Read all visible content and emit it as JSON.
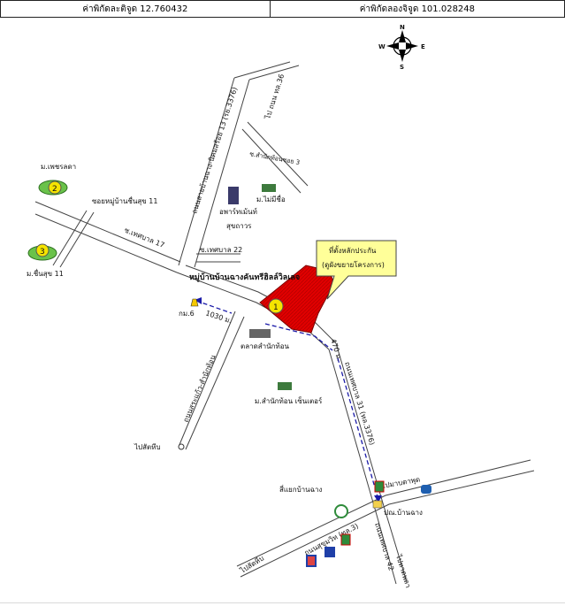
{
  "coords": {
    "latitude": "ค่าพิกัดละติจูด 12.760432",
    "longitude": "ค่าพิกัดลองจิจูด 101.028248"
  },
  "compass": {
    "n": "N",
    "s": "S",
    "e": "E",
    "w": "W"
  },
  "roads": {
    "road_36": "ไป ถนน ทล.36",
    "road_3376": "ถนนสายบ้านฉาง-นิคมสร้อย 13 (รย.3376)",
    "road_tessaban_31": "ถนนเทศบาล 31 (ทล.3376)",
    "road_sukhumvit": "ถนนสุขุมวิท (ทล.3)",
    "road_tessaban_42": "ถนนเทศบาล 42",
    "road_sambuakam": "ถนนสระแก้ว-สำนักท้อน",
    "soi_tessaban_17": "ซ.เทศบาล 17",
    "soi_tessaban_22": "ซ.เทศบาล 22",
    "soi_chuensuk": "ซอยหมู่บ้านชื่นสุข 11",
    "soi_samnakthon": "ซ.สำนักท้อนซอย 3"
  },
  "places": {
    "phetchada": "ม.เพชรลดา",
    "chuensuk": "ม.ชื่นสุข 11",
    "apartment_line1": "อพาร์ทเม้นท์",
    "apartment_line2": "สุขถาวร",
    "maimisue": "ม.ไม่มีชื่อ",
    "village_main": "หมู่บ้านบ้านฉางคันทรีฮิลล์วิลเลจ",
    "kor_mor_6": "กม.6",
    "market": "ตลาดสำนักท้อน",
    "samnakthon_center": "ม.สำนักท้อน เซ็นเตอร์",
    "to_sattahip": "ไปสัตหีบ",
    "to_map_ta_phut": "ไปมาบตาพุด",
    "ban_chang_junction": "สี่แยกบ้านฉาง",
    "post_office": "ปณ.บ้านฉาง",
    "to_sattahip_2": "ไปสัตหีบ",
    "to_pattaya": "ไปหาดพลา"
  },
  "distances": {
    "d1": "1030 ม.",
    "d2": "470 ม."
  },
  "callout": {
    "line1": "ที่ตั้งหลักประกัน",
    "line2": "(ดูผังขยายโครงการ)"
  },
  "markers": {
    "m1": "1",
    "m2": "2",
    "m3": "3"
  },
  "colors": {
    "road_outline": "#444444",
    "subject_parcel": "#e10000",
    "callout_fill": "#ffff99",
    "marker_fill": "#f5e400",
    "route_dash": "#1a1aa8",
    "village_label": "#1515a0"
  }
}
